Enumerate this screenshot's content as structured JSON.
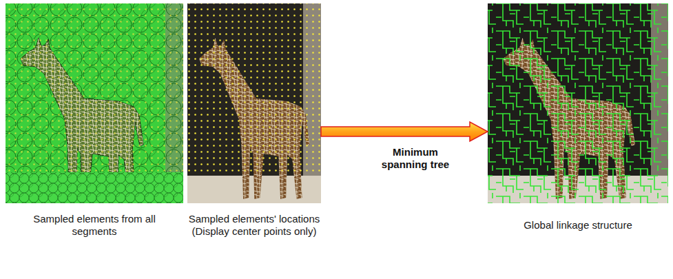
{
  "diagram": {
    "nodes": [
      {
        "text": [
          "Sampled elements from all segments"
        ]
      },
      {
        "text": [
          "Sampled elements' locations (Display center points only)"
        ]
      },
      {
        "text": [
          "Global linkage structure"
        ]
      }
    ],
    "edges": [
      {
        "from": 1,
        "to": 2,
        "arrow": "to",
        "label": "Minimum spanning tree"
      }
    ]
  }
}
